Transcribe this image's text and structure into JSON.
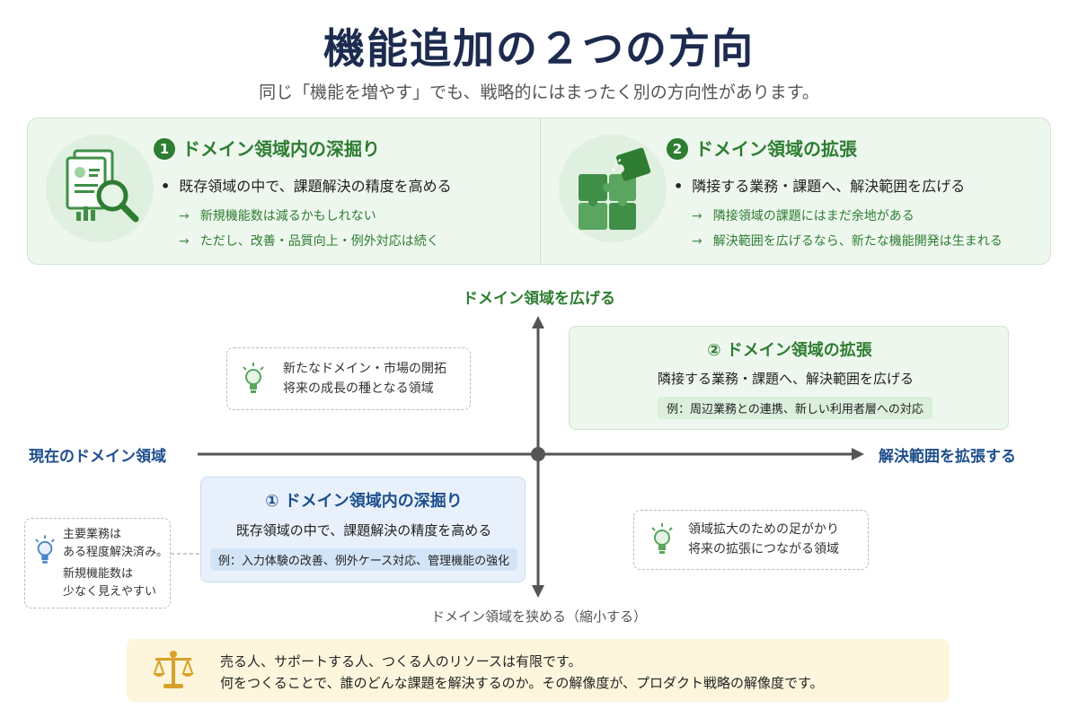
{
  "title": "機能追加の２つの方向",
  "subtitle": "同じ「機能を増やす」でも、戦略的にはまったく別の方向性があります。",
  "cards": [
    {
      "number": "1",
      "title": "ドメイン領域内の深掘り",
      "bullet": "既存領域の中で、課題解決の精度を高める",
      "subs": [
        "新規機能数は減るかもしれない",
        "ただし、改善・品質向上・例外対応は続く"
      ],
      "icon": "report-magnifier-icon"
    },
    {
      "number": "2",
      "title": "ドメイン領域の拡張",
      "bullet": "隣接する業務・課題へ、解決範囲を広げる",
      "subs": [
        "隣接領域の課題にはまだ余地がある",
        "解決範囲を広げるなら、新たな機能開発は生まれる"
      ],
      "icon": "puzzle-icon"
    }
  ],
  "axes": {
    "top": "ドメイン領域を広げる",
    "left": "現在のドメイン領域",
    "right": "解決範囲を拡張する",
    "bottom": "ドメイン領域を狭める（縮小する）"
  },
  "notes": {
    "top_left": [
      "新たなドメイン・市場の開拓",
      "将来の成長の種となる領域"
    ],
    "bottom_right": [
      "領域拡大のための足がかり",
      "将来の拡張につながる領域"
    ],
    "left_side": [
      "主要業務は",
      "ある程度解決済み。",
      "新規機能数は",
      "少なく見えやすい"
    ]
  },
  "quadrant2": {
    "title": "② ドメイン領域の拡張",
    "body": "隣接する業務・課題へ、解決範囲を広げる",
    "example": "例：周辺業務との連携、新しい利用者層への対応"
  },
  "quadrant1": {
    "title": "① ドメイン領域内の深掘り",
    "body": "既存領域の中で、課題解決の精度を高める",
    "example": "例：入力体験の改善、例外ケース対応、管理機能の強化"
  },
  "bottom": {
    "line1": "売る人、サポートする人、つくる人のリソースは有限です。",
    "line2": "何をつくることで、誰のどんな課題を解決するのか。その解像度が、プロダクト戦略の解像度です。",
    "icon": "scales-icon"
  },
  "colors": {
    "green": "#2e7d32",
    "blue": "#1f4e8c",
    "navy": "#1d2b4f",
    "panel_green": "#eef7ee",
    "panel_blue": "#e8f1fb",
    "panel_yellow": "#fdf6dc",
    "gold": "#d9a12a"
  }
}
